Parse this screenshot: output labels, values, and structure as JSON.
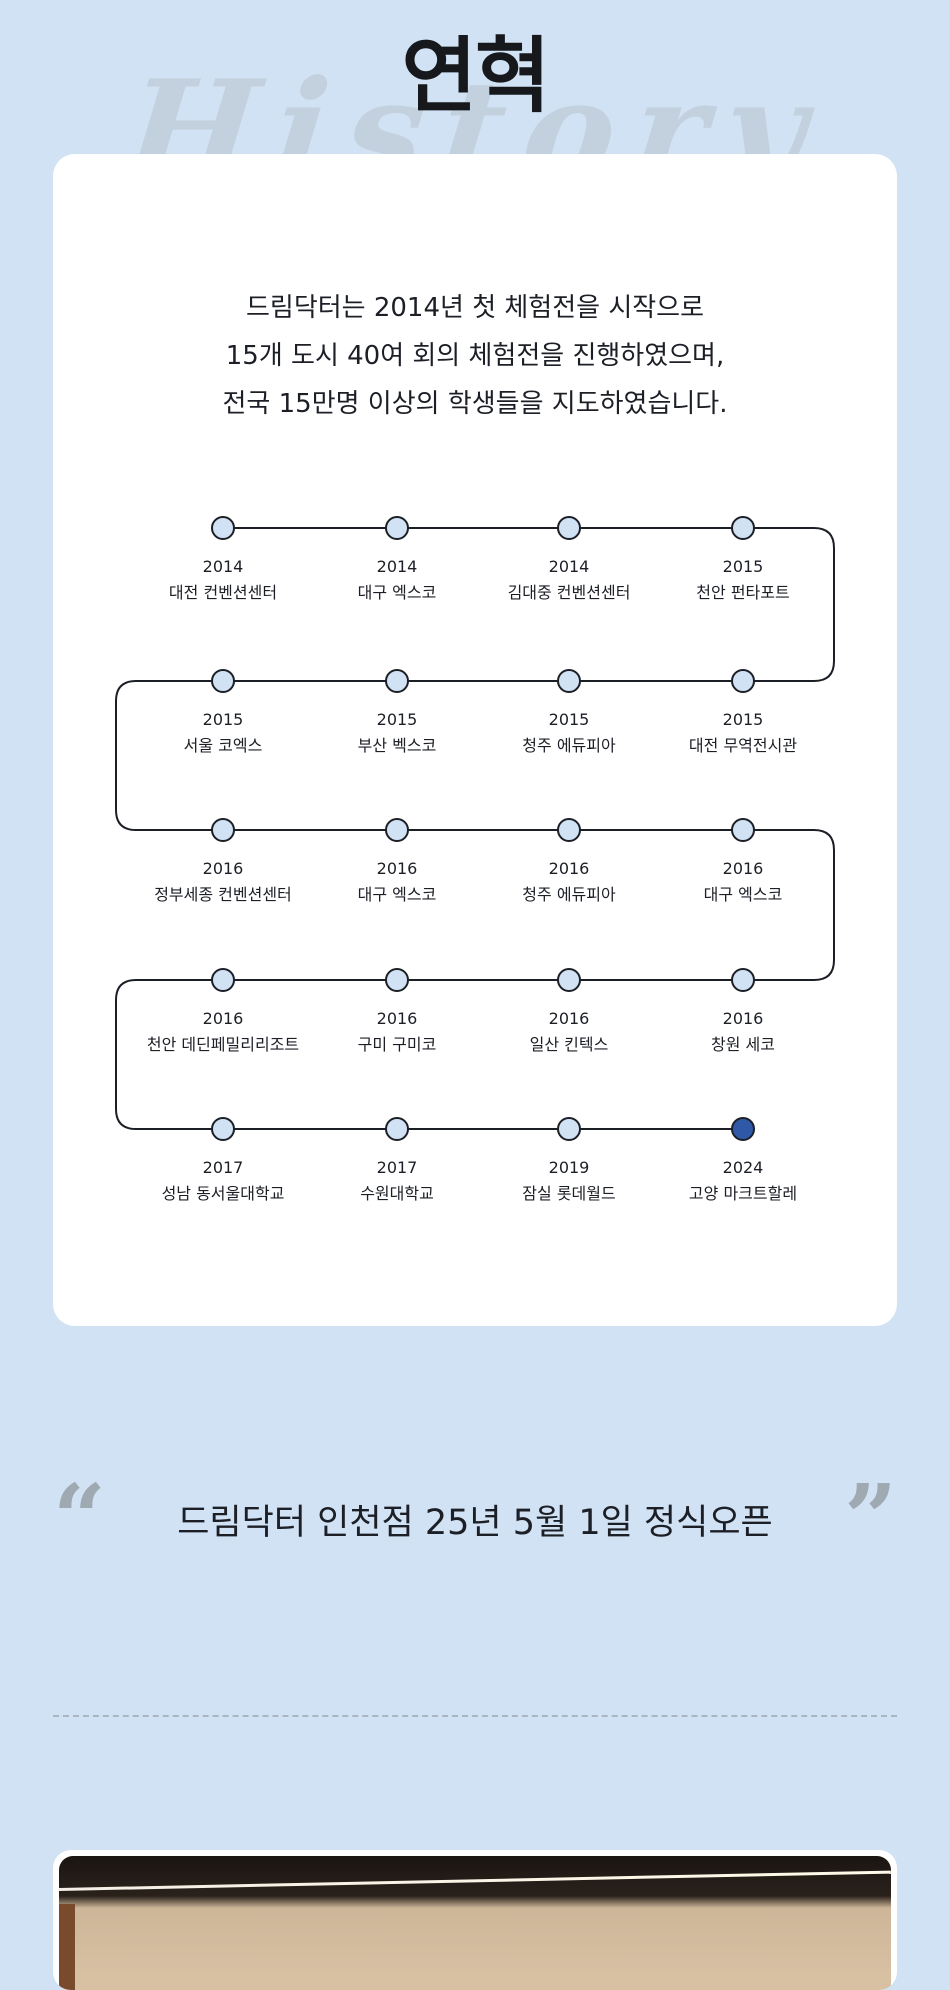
{
  "header": {
    "title": "연혁",
    "background_word": "History"
  },
  "intro": [
    "드림닥터는 2014년 첫 체험전을 시작으로",
    "15개 도시 40여 회의 체험전을 진행하였으며,",
    "전국 15만명 이상의 학생들을 지도하였습니다."
  ],
  "timeline": [
    {
      "year": "2014",
      "place": "대전 컨벤션센터"
    },
    {
      "year": "2014",
      "place": "대구 엑스코"
    },
    {
      "year": "2014",
      "place": "김대중 컨벤션센터"
    },
    {
      "year": "2015",
      "place": "천안 펀타포트"
    },
    {
      "year": "2015",
      "place": "서울 코엑스"
    },
    {
      "year": "2015",
      "place": "부산 벡스코"
    },
    {
      "year": "2015",
      "place": "청주 에듀피아"
    },
    {
      "year": "2015",
      "place": "대전 무역전시관"
    },
    {
      "year": "2016",
      "place": "정부세종 컨벤션센터"
    },
    {
      "year": "2016",
      "place": "대구 엑스코"
    },
    {
      "year": "2016",
      "place": "청주 에듀피아"
    },
    {
      "year": "2016",
      "place": "대구 엑스코"
    },
    {
      "year": "2016",
      "place": "천안 데딘페밀리리조트"
    },
    {
      "year": "2016",
      "place": "구미 구미코"
    },
    {
      "year": "2016",
      "place": "일산 킨텍스"
    },
    {
      "year": "2016",
      "place": "창원 세코"
    },
    {
      "year": "2017",
      "place": "성남 동서울대학교"
    },
    {
      "year": "2017",
      "place": "수원대학교"
    },
    {
      "year": "2019",
      "place": "잠실 롯데월드"
    },
    {
      "year": "2024",
      "place": "고양 마크트할레"
    }
  ],
  "colors": {
    "background": "#d1e2f4",
    "node_fill": "#d1e2f4",
    "node_current": "#2f58a6",
    "line": "#1c1f26"
  },
  "announcement": {
    "text": "드림닥터 인천점 25년 5월 1일 정식오픈",
    "open_quote": "“",
    "close_quote": "”"
  }
}
